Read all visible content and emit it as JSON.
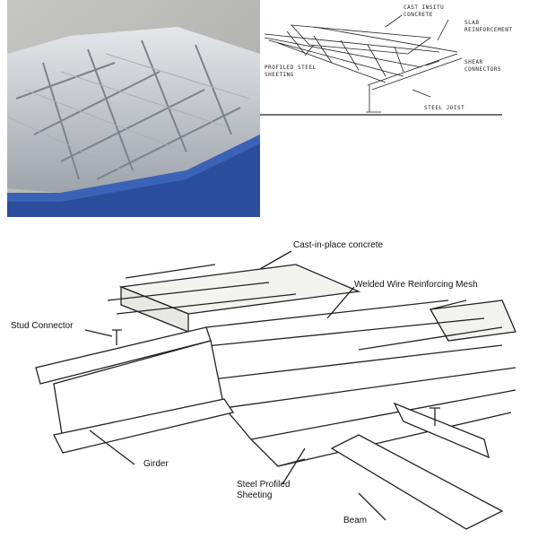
{
  "photo": {
    "alt_subject": "composite-deck-photo"
  },
  "top_diagram": {
    "labels": {
      "concrete": "CAST INSITU\nCONCRETE",
      "reinforcement": "SLAB\nREINFORCEMENT",
      "sheeting": "PROFILED STEEL\nSHEETING",
      "shear": "SHEAR\nCONNECTORS",
      "joist": "STEEL JOIST"
    }
  },
  "bottom_diagram": {
    "labels": {
      "concrete": "Cast-in-place concrete",
      "mesh": "Welded Wire Reinforcing Mesh",
      "stud": "Stud Connector",
      "girder": "Girder",
      "sheeting": "Steel Profiled\nSheeting",
      "beam": "Beam"
    }
  },
  "colors": {
    "beam_blue": "#2b4e9c",
    "concrete_gray": "#b9b9b6",
    "steel": "#c9cdd2"
  }
}
